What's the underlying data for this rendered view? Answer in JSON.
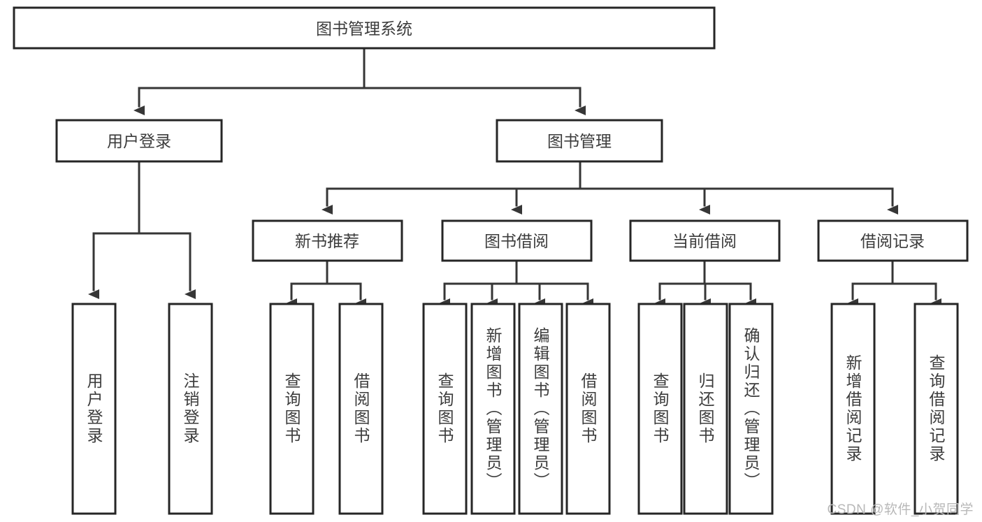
{
  "diagram": {
    "type": "tree-hierarchy",
    "title": "图书管理系统",
    "watermark": "CSDN @软件_小贺同学",
    "colors": {
      "background": "#ffffff",
      "box_fill": "#ffffff",
      "box_stroke": "#262626",
      "connector": "#363636",
      "text": "#3c3c3c",
      "watermark": "#b8b8b8"
    },
    "levels": [
      {
        "level": 1,
        "nodes": [
          {
            "id": "root",
            "label": "图书管理系统",
            "orientation": "horizontal"
          }
        ]
      },
      {
        "level": 2,
        "nodes": [
          {
            "id": "user-login",
            "label": "用户登录",
            "orientation": "horizontal",
            "parent": "root"
          },
          {
            "id": "book-manage",
            "label": "图书管理",
            "orientation": "horizontal",
            "parent": "root"
          }
        ]
      },
      {
        "level": 3,
        "nodes": [
          {
            "id": "new-book-recommend",
            "label": "新书推荐",
            "orientation": "horizontal",
            "parent": "book-manage"
          },
          {
            "id": "book-borrow",
            "label": "图书借阅",
            "orientation": "horizontal",
            "parent": "book-manage"
          },
          {
            "id": "current-borrow",
            "label": "当前借阅",
            "orientation": "horizontal",
            "parent": "book-manage"
          },
          {
            "id": "borrow-record",
            "label": "借阅记录",
            "orientation": "horizontal",
            "parent": "book-manage"
          }
        ]
      },
      {
        "level": 4,
        "nodes": [
          {
            "id": "leaf-user-login",
            "label": "用户登录",
            "orientation": "vertical",
            "parent": "user-login"
          },
          {
            "id": "leaf-logout",
            "label": "注销登录",
            "orientation": "vertical",
            "parent": "user-login"
          },
          {
            "id": "leaf-query-book-1",
            "label": "查询图书",
            "orientation": "vertical",
            "parent": "new-book-recommend"
          },
          {
            "id": "leaf-borrow-book-1",
            "label": "借阅图书",
            "orientation": "vertical",
            "parent": "new-book-recommend"
          },
          {
            "id": "leaf-query-book-2",
            "label": "查询图书",
            "orientation": "vertical",
            "parent": "book-borrow"
          },
          {
            "id": "leaf-add-book",
            "label": "新增图书（管理员）",
            "orientation": "vertical",
            "parent": "book-borrow"
          },
          {
            "id": "leaf-edit-book",
            "label": "编辑图书（管理员）",
            "orientation": "vertical",
            "parent": "book-borrow"
          },
          {
            "id": "leaf-borrow-book-2",
            "label": "借阅图书",
            "orientation": "vertical",
            "parent": "book-borrow"
          },
          {
            "id": "leaf-query-book-3",
            "label": "查询图书",
            "orientation": "vertical",
            "parent": "current-borrow"
          },
          {
            "id": "leaf-return-book",
            "label": "归还图书",
            "orientation": "vertical",
            "parent": "current-borrow"
          },
          {
            "id": "leaf-confirm-return",
            "label": "确认归还（管理员）",
            "orientation": "vertical",
            "parent": "current-borrow"
          },
          {
            "id": "leaf-add-record",
            "label": "新增借阅记录",
            "orientation": "vertical",
            "parent": "borrow-record"
          },
          {
            "id": "leaf-query-record",
            "label": "查询借阅记录",
            "orientation": "vertical",
            "parent": "borrow-record"
          }
        ]
      }
    ]
  }
}
